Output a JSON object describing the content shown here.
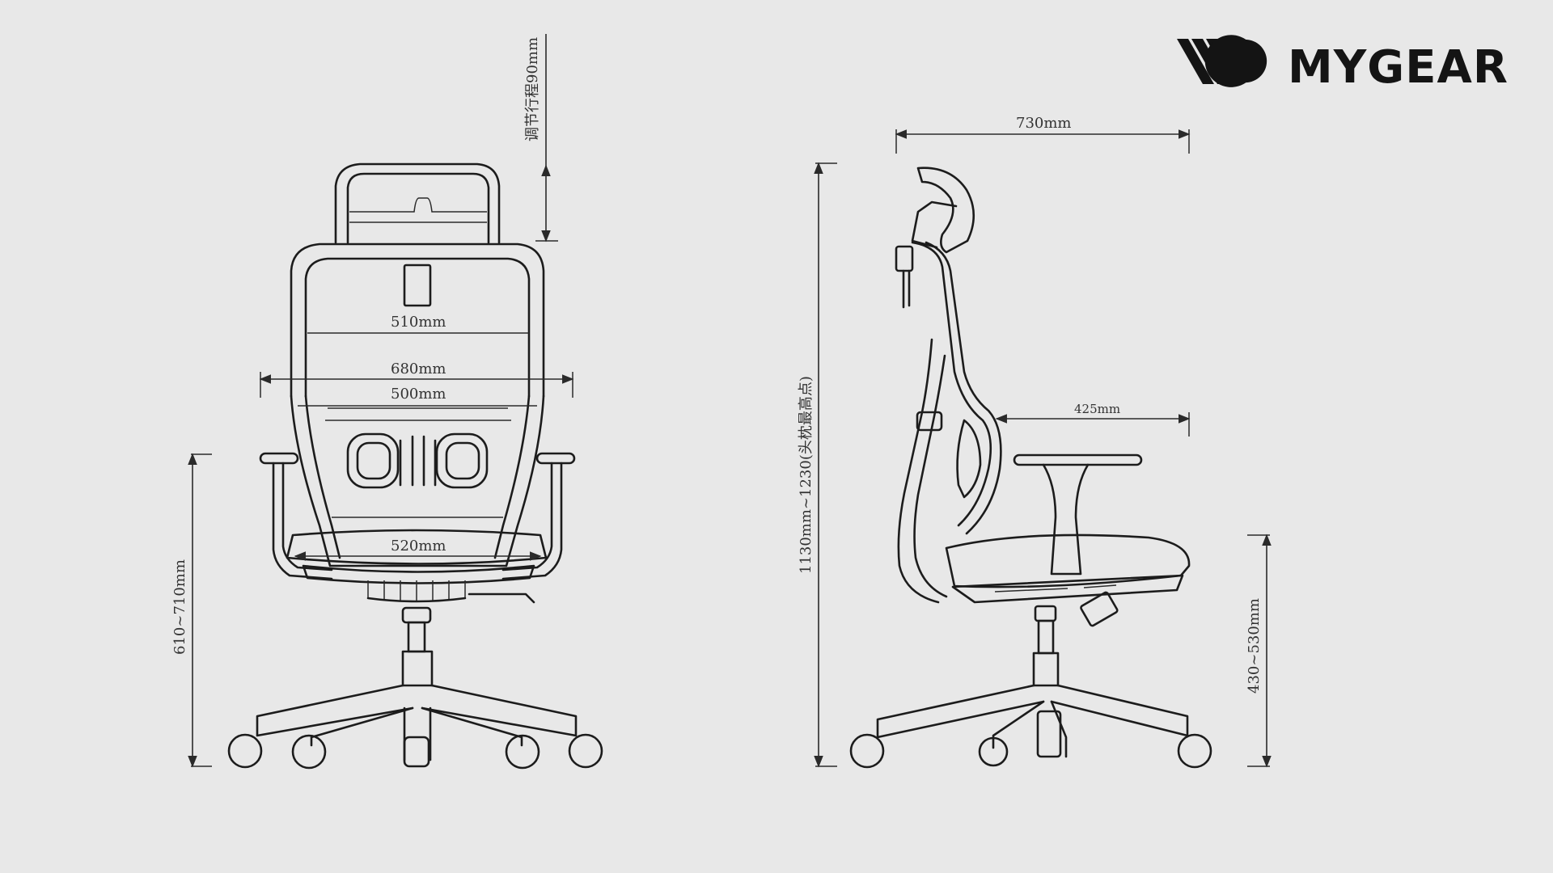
{
  "brand": {
    "name": "MYGEAR",
    "logo_icon": "wg-monogram-icon"
  },
  "front_view": {
    "dims": {
      "headrest_travel": "调节行程90mm",
      "backrest_width": "510mm",
      "overall_width": "680mm",
      "armrest_inner_width": "500mm",
      "seat_width": "520mm",
      "armrest_height": "610~710mm"
    }
  },
  "side_view": {
    "dims": {
      "depth": "730mm",
      "total_height": "1130mm~1230(头枕最高点)",
      "armrest_depth": "425mm",
      "seat_height": "430~530mm"
    }
  },
  "colors": {
    "background": "#e8e8e8",
    "line": "#1c1c1c",
    "brand": "#141414"
  }
}
